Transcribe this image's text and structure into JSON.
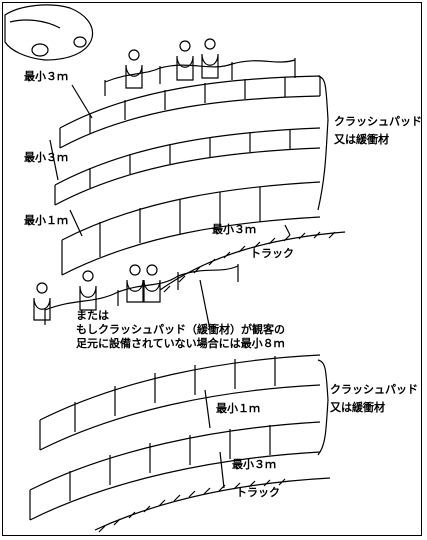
{
  "labels": {
    "top_min3_a": "最小３ｍ",
    "top_min3_b": "最小３ｍ",
    "top_min1": "最小１ｍ",
    "top_min3_track": "最小３ｍ",
    "top_track": "トラック",
    "top_crash_pad_1": "クラッシュパッド",
    "top_crash_pad_2": "又は緩衝材",
    "or_line": "または",
    "note_line1": "もしクラッシュパッド（緩衝材）が観客の",
    "note_line2": "足元に設備されていない場合には最小８ｍ",
    "bottom_crash_pad_1": "クラッシュパッド",
    "bottom_crash_pad_2": "又は緩衝材",
    "bottom_min1": "最小１ｍ",
    "bottom_min3": "最小３ｍ",
    "bottom_track": "トラック"
  }
}
